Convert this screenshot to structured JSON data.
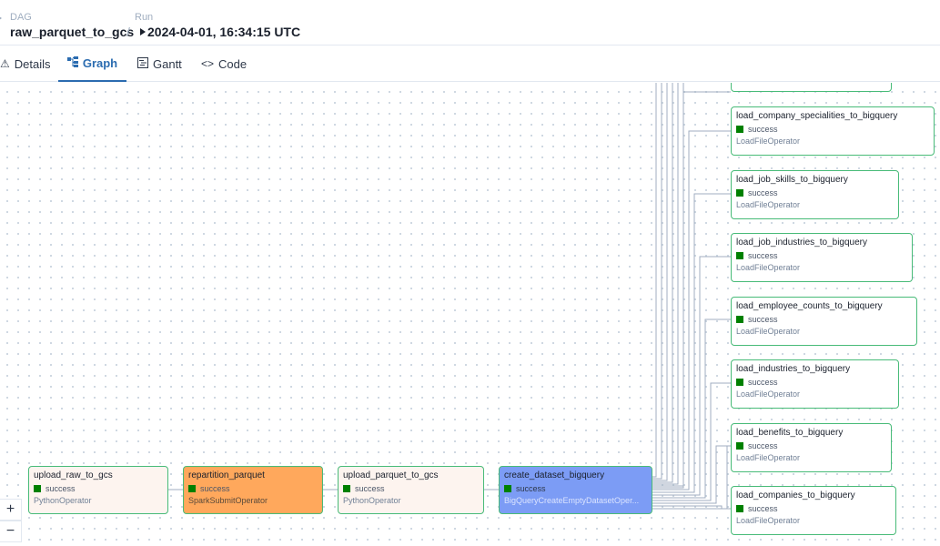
{
  "breadcrumb": {
    "dag_label": "DAG",
    "dag_id": "raw_parquet_to_gcs",
    "separator": "/",
    "run_label": "Run",
    "run_value": "2024-04-01, 16:34:15 UTC"
  },
  "tabs": [
    {
      "label": "Details",
      "icon": "warning-icon"
    },
    {
      "label": "Graph",
      "icon": "graph-icon",
      "active": true
    },
    {
      "label": "Gantt",
      "icon": "gantt-icon"
    },
    {
      "label": "Code",
      "icon": "code-icon"
    }
  ],
  "tasks": {
    "upload_raw": {
      "id": "upload_raw_to_gcs",
      "status": "success",
      "operator": "PythonOperator"
    },
    "repartition": {
      "id": "repartition_parquet",
      "status": "success",
      "operator": "SparkSubmitOperator"
    },
    "upload_parquet": {
      "id": "upload_parquet_to_gcs",
      "status": "success",
      "operator": "PythonOperator"
    },
    "create_dataset": {
      "id": "create_dataset_bigquery",
      "status": "success",
      "operator": "BigQueryCreateEmptyDatasetOper..."
    },
    "load_company_specialities": {
      "id": "load_company_specialities_to_bigquery",
      "status": "success",
      "operator": "LoadFileOperator"
    },
    "load_job_skills": {
      "id": "load_job_skills_to_bigquery",
      "status": "success",
      "operator": "LoadFileOperator"
    },
    "load_job_industries": {
      "id": "load_job_industries_to_bigquery",
      "status": "success",
      "operator": "LoadFileOperator"
    },
    "load_employee_counts": {
      "id": "load_employee_counts_to_bigquery",
      "status": "success",
      "operator": "LoadFileOperator"
    },
    "load_industries": {
      "id": "load_industries_to_bigquery",
      "status": "success",
      "operator": "LoadFileOperator"
    },
    "load_benefits": {
      "id": "load_benefits_to_bigquery",
      "status": "success",
      "operator": "LoadFileOperator"
    },
    "load_companies": {
      "id": "load_companies_to_bigquery",
      "status": "success",
      "operator": "LoadFileOperator"
    }
  },
  "zoom": {
    "in": "+",
    "out": "−"
  },
  "colors": {
    "success": "#008000",
    "default_node_bg": "#ffffff",
    "python_node_bg": "#fdf4ef",
    "spark_node_bg": "#ffa85c",
    "bigquery_create_node_bg": "#7c9cf5",
    "edge": "#a0aec0",
    "accent": "#2b6cb0"
  }
}
